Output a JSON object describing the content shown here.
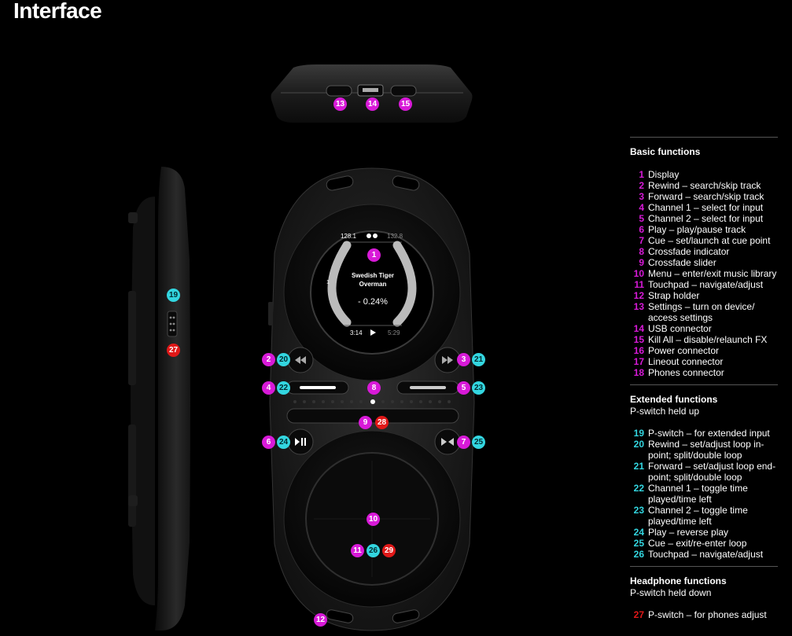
{
  "title": "Interface",
  "colors": {
    "basic": "#d81ad8",
    "extended": "#33d6e0",
    "headphone": "#e01818",
    "background": "#000000"
  },
  "screen": {
    "bpm_left": "128.1",
    "bpm_right": "132.8",
    "channel": "1",
    "artist": "Swedish Tiger",
    "track": "Overman",
    "pitch": "- 0.24%",
    "time_elapsed": "3:14",
    "time_remaining": "5:29"
  },
  "markers": {
    "top": [
      "13",
      "14",
      "15"
    ],
    "side": [
      "19",
      "27"
    ],
    "front": {
      "display": "1",
      "rewind": "2",
      "rewind_ext": "20",
      "forward": "3",
      "forward_ext": "21",
      "ch1": "4",
      "ch1_ext": "22",
      "ch2": "5",
      "ch2_ext": "23",
      "crossfade_indicator": "8",
      "crossfade_slider": "9",
      "crossfade_hp": "28",
      "play": "6",
      "play_ext": "24",
      "cue": "7",
      "cue_ext": "25",
      "menu": "10",
      "touchpad": "11",
      "touchpad_ext": "26",
      "touchpad_hp": "29",
      "strap": "12"
    }
  },
  "legend": {
    "basic": {
      "title": "Basic functions",
      "items": [
        {
          "n": "1",
          "t": "Display"
        },
        {
          "n": "2",
          "t": "Rewind – search/skip track"
        },
        {
          "n": "3",
          "t": "Forward – search/skip track"
        },
        {
          "n": "4",
          "t": "Channel 1 – select for input"
        },
        {
          "n": "5",
          "t": "Channel 2 – select for input"
        },
        {
          "n": "6",
          "t": "Play – play/pause track"
        },
        {
          "n": "7",
          "t": "Cue – set/launch at cue point"
        },
        {
          "n": "8",
          "t": "Crossfade indicator"
        },
        {
          "n": "9",
          "t": "Crossfade slider"
        },
        {
          "n": "10",
          "t": "Menu – enter/exit music library"
        },
        {
          "n": "11",
          "t": "Touchpad – navigate/adjust"
        },
        {
          "n": "12",
          "t": "Strap holder"
        },
        {
          "n": "13",
          "t": "Settings – turn on device/ access settings"
        },
        {
          "n": "14",
          "t": "USB connector"
        },
        {
          "n": "15",
          "t": "Kill All – disable/relaunch FX"
        },
        {
          "n": "16",
          "t": "Power connector"
        },
        {
          "n": "17",
          "t": "Lineout connector"
        },
        {
          "n": "18",
          "t": "Phones connector"
        }
      ]
    },
    "extended": {
      "title": "Extended functions",
      "subtitle": "P-switch held up",
      "items": [
        {
          "n": "19",
          "t": "P-switch – for extended input"
        },
        {
          "n": "20",
          "t": "Rewind – set/adjust loop in-point; split/double loop"
        },
        {
          "n": "21",
          "t": "Forward – set/adjust loop end-point; split/double loop"
        },
        {
          "n": "22",
          "t": "Channel 1 – toggle time played/time left"
        },
        {
          "n": "23",
          "t": "Channel 2 – toggle time played/time left"
        },
        {
          "n": "24",
          "t": "Play – reverse play"
        },
        {
          "n": "25",
          "t": "Cue – exit/re-enter loop"
        },
        {
          "n": "26",
          "t": "Touchpad – navigate/adjust"
        }
      ]
    },
    "headphone": {
      "title": "Headphone functions",
      "subtitle": "P-switch held down",
      "items": [
        {
          "n": "27",
          "t": "P-switch – for phones adjust"
        }
      ]
    }
  }
}
